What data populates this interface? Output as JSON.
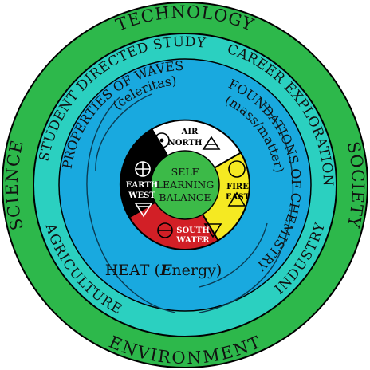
{
  "outer_ring": {
    "top": "TECHNOLOGY",
    "right": "SOCIETY",
    "bottom": "ENVIRONMENT",
    "left": "SCIENCE"
  },
  "middle_ring": {
    "top_left": "STUDENT DIRECTED STUDY",
    "top_right": "CAREER EXPLORATION",
    "bottom_right": "INDUSTRY",
    "bottom_left": "AGRICULTURE"
  },
  "inner_ring": {
    "waves_title": "PROPERTIES OF WAVES",
    "waves_sub": "(celeritas)",
    "chem_title": "FOUNDATIONS OF CHEMISTRY",
    "chem_sub": "(mass/matter)",
    "heat_prefix": "HEAT (",
    "heat_emph": "E",
    "heat_rest": "nergy)"
  },
  "medicine_wheel": {
    "north": [
      "AIR",
      "NORTH"
    ],
    "east": [
      "FIRE",
      "EAST"
    ],
    "south": [
      "SOUTH",
      "WATER"
    ],
    "west": [
      "EARTH",
      "WEST"
    ]
  },
  "center": [
    "SELF",
    "LEARNING",
    "BALANCE"
  ],
  "colors": {
    "outer": "#2db84b",
    "middle": "#2bd0c0",
    "inner": "#19a9df",
    "north": "#ffffff",
    "east": "#f5e922",
    "south": "#d21f26",
    "west": "#000000",
    "center": "#3cba48"
  }
}
